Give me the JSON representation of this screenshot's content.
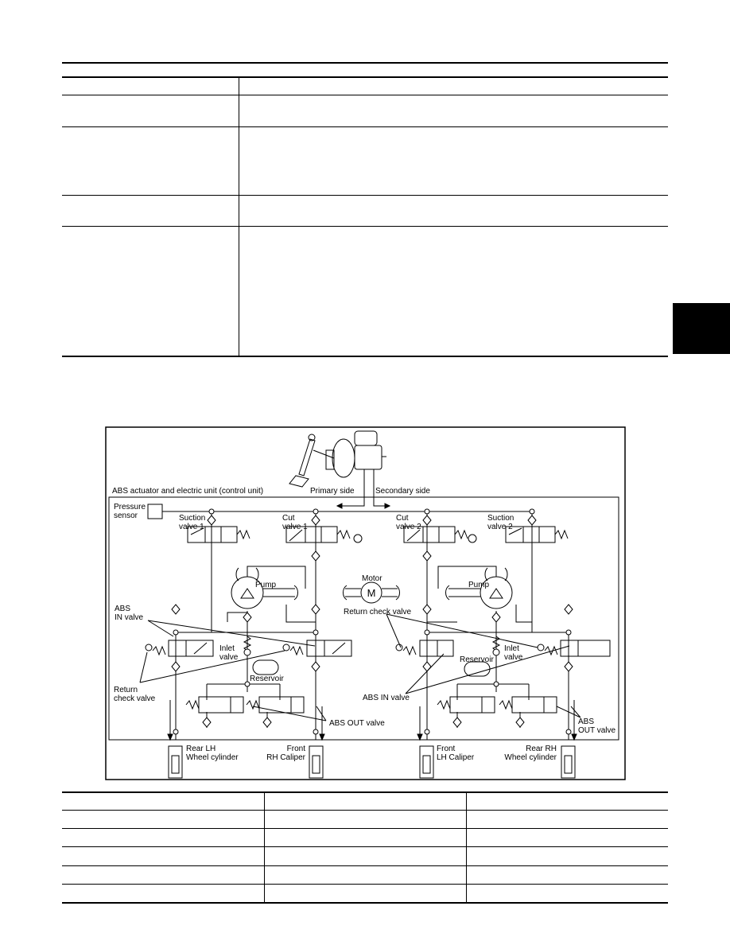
{
  "diagram": {
    "header_unit": "ABS actuator and electric unit (control unit)",
    "primary_side": "Primary side",
    "secondary_side": "Secondary side",
    "pressure_sensor": [
      "Pressure",
      "sensor"
    ],
    "suction_valve_1": [
      "Suction",
      "valve 1"
    ],
    "cut_valve_1": [
      "Cut",
      "valve 1"
    ],
    "cut_valve_2": [
      "Cut",
      "valve 2"
    ],
    "suction_valve_2": [
      "Suction",
      "valve 2"
    ],
    "pump_left": "Pump",
    "pump_right": "Pump",
    "motor": "Motor",
    "motor_symbol": "M",
    "return_check_valve_center": "Return check valve",
    "abs_in_valve_left": [
      "ABS",
      "IN valve"
    ],
    "inlet_valve_left": [
      "Inlet",
      "valve"
    ],
    "inlet_valve_right": [
      "Inlet",
      "valve"
    ],
    "reservoir_left": "Reservoir",
    "reservoir_right": "Reservoir",
    "return_check_valve_left": [
      "Return",
      "check valve"
    ],
    "abs_in_valve_right": "ABS IN valve",
    "abs_out_valve_left": "ABS OUT valve",
    "abs_out_valve_right": [
      "ABS",
      "OUT valve"
    ],
    "wheel_rear_lh": [
      "Rear LH",
      "Wheel cylinder"
    ],
    "wheel_front_rh": [
      "Front",
      "RH Caliper"
    ],
    "wheel_front_lh": [
      "Front",
      "LH Caliper"
    ],
    "wheel_rear_rh": [
      "Rear RH",
      "Wheel cylinder"
    ]
  }
}
